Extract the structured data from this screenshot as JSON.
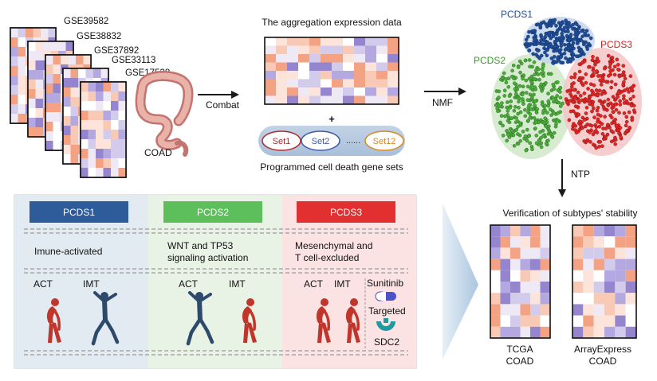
{
  "datasets": [
    "GSE39582",
    "GSE38832",
    "GSE37892",
    "GSE33113",
    "GSE17538"
  ],
  "coad_label": "COAD",
  "combat_label": "Combat",
  "aggregation_title": "The aggregation expression data",
  "plus_sign": "+",
  "gene_sets": {
    "items": [
      "Set1",
      "Set2",
      "Set12"
    ],
    "colors": [
      "#b02a2a",
      "#3b5aa8",
      "#d98a1f"
    ],
    "ellipsis": "......",
    "caption": "Programmed cell death gene sets"
  },
  "nmf_label": "NMF",
  "ntp_label": "NTP",
  "clusters": [
    {
      "name": "PCDS1",
      "color": "#1f4e99"
    },
    {
      "name": "PCDS2",
      "color": "#3a9a2a"
    },
    {
      "name": "PCDS3",
      "color": "#d42020"
    }
  ],
  "verification": {
    "title": "Verification of subtypes' stability",
    "cohorts": [
      {
        "line1": "TCGA",
        "line2": "COAD"
      },
      {
        "line1": "ArrayExpress",
        "line2": "COAD"
      }
    ]
  },
  "subtypes": [
    {
      "name": "PCDS1",
      "header_color": "#2e5b9a",
      "panel_color": "#e3ebf2",
      "description": [
        "Imune-activated"
      ],
      "act": "ACT",
      "imt": "IMT"
    },
    {
      "name": "PCDS2",
      "header_color": "#5cbf5c",
      "panel_color": "#e8f2e5",
      "description": [
        "WNT and TP53",
        "signaling activation"
      ],
      "act": "ACT",
      "imt": "IMT"
    },
    {
      "name": "PCDS3",
      "header_color": "#e23030",
      "panel_color": "#fbe3e3",
      "description": [
        "Mesenchymal and",
        "T cell-excluded"
      ],
      "act": "ACT",
      "imt": "IMT"
    }
  ],
  "drug": {
    "name": "Sunitinib",
    "relation": "Targeted",
    "target": "SDC2"
  }
}
